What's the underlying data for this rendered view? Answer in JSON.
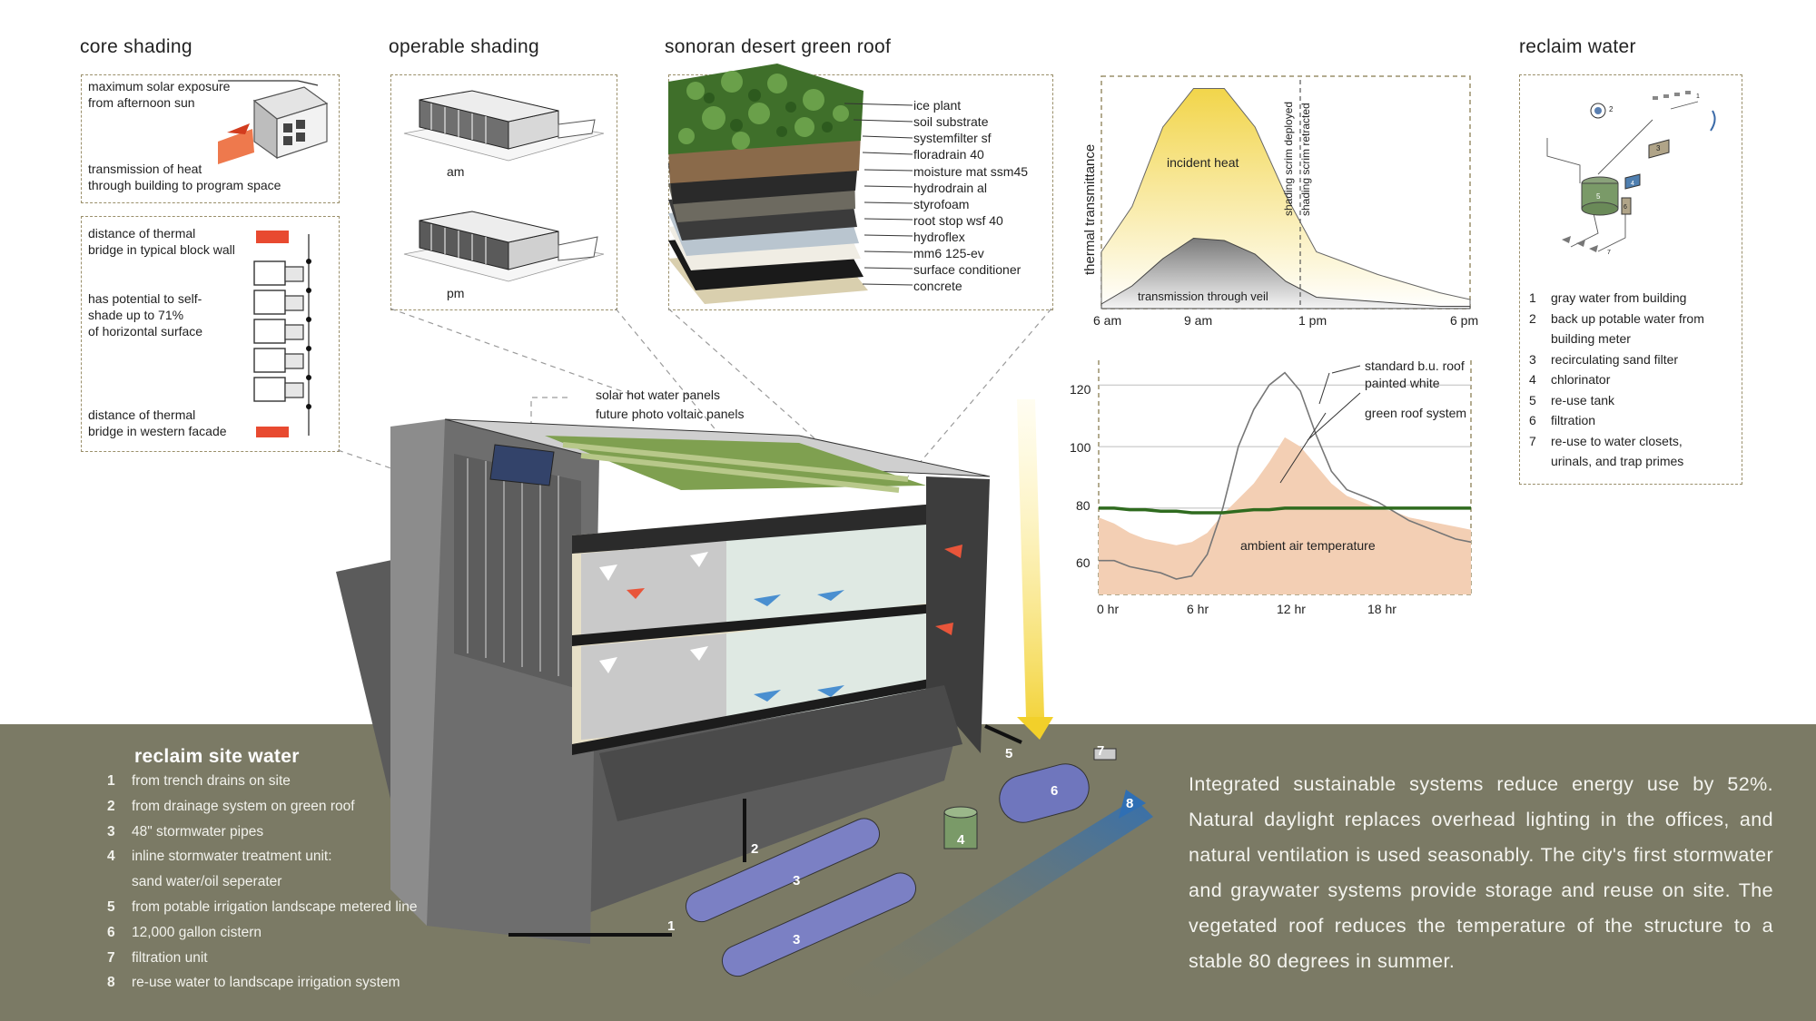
{
  "core_shading": {
    "title": "core shading",
    "notes": [
      "maximum solar exposure",
      "from afternoon sun",
      "transmission of heat",
      "through building to program space"
    ],
    "block_notes": [
      "distance of thermal",
      "bridge in typical block wall",
      "has potential to self-",
      "shade up to 71%",
      "of horizontal surface",
      "distance of thermal",
      "bridge in western facade"
    ]
  },
  "operable_shading": {
    "title": "operable shading",
    "am_label": "am",
    "pm_label": "pm"
  },
  "green_roof": {
    "title": "sonoran desert green roof",
    "layers": [
      "ice plant",
      "soil substrate",
      "systemfilter sf",
      "floradrain 40",
      "moisture mat ssm45",
      "hydrodrain al",
      "styrofoam",
      "root stop wsf 40",
      "hydroflex",
      "mm6 125-ev",
      "surface conditioner",
      "concrete"
    ]
  },
  "transmittance_chart": {
    "ylabel": "thermal transmittance",
    "incident_label": "incident heat",
    "transmission_label": "transmission through veil",
    "scrim_deployed": "shading scrim deployed",
    "scrim_retracted": "shading scrim retracted",
    "x_ticks": [
      "6 am",
      "9 am",
      "1 pm",
      "6 pm"
    ]
  },
  "temperature_chart": {
    "y_ticks": [
      "120",
      "100",
      "80",
      "60"
    ],
    "x_ticks": [
      "0 hr",
      "6 hr",
      "12 hr",
      "18 hr"
    ],
    "legend": [
      "standard b.u. roof",
      "painted white",
      "green roof system"
    ],
    "ambient_label": "ambient air temperature"
  },
  "chart_data": [
    {
      "type": "area",
      "xlabel": "",
      "ylabel": "thermal transmittance",
      "x_ticks": [
        "6 am",
        "9 am",
        "1 pm",
        "6 pm"
      ],
      "series": [
        {
          "name": "incident heat",
          "x": [
            6,
            7,
            8,
            9,
            10,
            11,
            12,
            13,
            14,
            15,
            16,
            17,
            18
          ],
          "values": [
            0.25,
            0.45,
            0.8,
            0.97,
            0.97,
            0.8,
            0.5,
            0.25,
            0.2,
            0.15,
            0.11,
            0.07,
            0.04
          ]
        },
        {
          "name": "transmission through veil",
          "x": [
            6,
            7,
            8,
            9,
            10,
            11,
            12,
            13,
            14,
            15,
            16,
            17,
            18
          ],
          "values": [
            0.02,
            0.1,
            0.22,
            0.31,
            0.3,
            0.24,
            0.12,
            0.05,
            0.04,
            0.03,
            0.02,
            0.01,
            0.01
          ]
        }
      ]
    },
    {
      "type": "line",
      "x_ticks": [
        "0 hr",
        "6 hr",
        "12 hr",
        "18 hr"
      ],
      "ylim": [
        52,
        128
      ],
      "series": [
        {
          "name": "standard b.u. roof painted white",
          "x": [
            0,
            1,
            2,
            3,
            4,
            5,
            6,
            7,
            8,
            9,
            10,
            11,
            12,
            13,
            14,
            15,
            16,
            17,
            18,
            19,
            20,
            21,
            22,
            23,
            24
          ],
          "values": [
            63,
            63,
            61,
            60,
            59,
            57,
            58,
            65,
            80,
            100,
            112,
            120,
            124,
            118,
            104,
            92,
            86,
            84,
            82,
            79,
            76,
            74,
            72,
            70,
            69
          ]
        },
        {
          "name": "green roof system",
          "x": [
            0,
            1,
            2,
            3,
            4,
            5,
            6,
            7,
            8,
            9,
            10,
            11,
            12,
            13,
            14,
            15,
            16,
            17,
            18,
            19,
            20,
            21,
            22,
            23,
            24
          ],
          "values": [
            80,
            80,
            79.5,
            79.5,
            79,
            79,
            78.5,
            78.5,
            78.5,
            79,
            79.5,
            79.5,
            80,
            80,
            80,
            80,
            80,
            80,
            80,
            80,
            80,
            80,
            80,
            80,
            80
          ]
        },
        {
          "name": "ambient air temperature",
          "x": [
            0,
            1,
            2,
            3,
            4,
            5,
            6,
            7,
            8,
            9,
            10,
            11,
            12,
            13,
            14,
            15,
            16,
            17,
            18,
            19,
            20,
            21,
            22,
            23,
            24
          ],
          "values": [
            77,
            75,
            72,
            70,
            69,
            68,
            69,
            72,
            78,
            83,
            88,
            95,
            103,
            100,
            94,
            88,
            84,
            82,
            80,
            79,
            77,
            76,
            75,
            74,
            73
          ]
        }
      ]
    }
  ],
  "reclaim_water": {
    "title": "reclaim water",
    "items": [
      {
        "n": "1",
        "text": "gray water from building"
      },
      {
        "n": "2",
        "text": "back up potable water from"
      },
      {
        "n": "",
        "text": "building meter"
      },
      {
        "n": "3",
        "text": "recirculating sand filter"
      },
      {
        "n": "4",
        "text": "chlorinator"
      },
      {
        "n": "5",
        "text": "re-use tank"
      },
      {
        "n": "6",
        "text": "filtration"
      },
      {
        "n": "7",
        "text": "re-use to water closets,"
      },
      {
        "n": "",
        "text": "urinals, and trap primes"
      }
    ]
  },
  "roof_labels": [
    "solar hot water panels",
    "future photo voltaic panels"
  ],
  "reclaim_site_water": {
    "title": "reclaim site water",
    "items": [
      {
        "n": "1",
        "text": "from trench drains on site"
      },
      {
        "n": "2",
        "text": "from drainage system on green roof"
      },
      {
        "n": "3",
        "text": "48\" stormwater pipes"
      },
      {
        "n": "4",
        "text": "inline stormwater treatment unit:"
      },
      {
        "n": "",
        "text": "sand water/oil seperater"
      },
      {
        "n": "5",
        "text": "from potable irrigation landscape metered line"
      },
      {
        "n": "6",
        "text": "12,000 gallon cistern"
      },
      {
        "n": "7",
        "text": "filtration unit"
      },
      {
        "n": "8",
        "text": "re-use water to landscape irrigation system"
      }
    ],
    "callouts": [
      "1",
      "2",
      "3",
      "3",
      "4",
      "5",
      "6",
      "7",
      "8"
    ]
  },
  "summary": "Integrated sustainable systems reduce energy use by 52%. Natural daylight replaces overhead lighting in the offices, and natural ventilation is used seasonably. The city's first stormwater and graywater systems provide storage and reuse  on site. The vegetated roof reduces the temperature of the structure to a stable 80 degrees in summer.",
  "colors": {
    "band": "#7b7a65",
    "frame": "#9a8f6a",
    "incident": "#f2d54a",
    "ambient": "#f3cfb4",
    "green_line": "#2f6b1f",
    "pipe": "#7b80c4",
    "arrow_blue": "#2f6fb4"
  }
}
